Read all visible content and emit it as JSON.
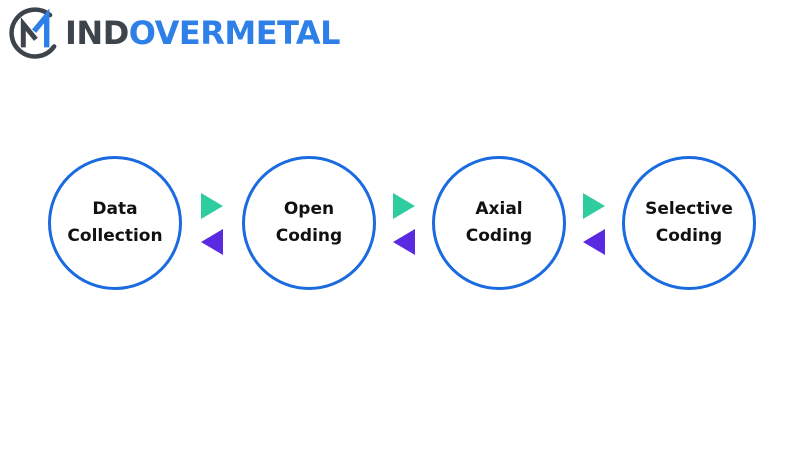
{
  "logo": {
    "brand": "MINDOVERMETAL",
    "prefix_dark": "IND",
    "suffix_blue": "OVERMETAL",
    "icon_letter": "M",
    "color_dark": "#3d444b",
    "color_blue": "#2e80e8"
  },
  "diagram": {
    "type": "process-flow",
    "circle_border_color": "#1a6ae0",
    "label_color": "#111111",
    "forward_arrow_color": "#2ecc9e",
    "backward_arrow_color": "#5a2ae0",
    "steps": [
      {
        "line1": "Data",
        "line2": "Collection"
      },
      {
        "line1": "Open",
        "line2": "Coding"
      },
      {
        "line1": "Axial",
        "line2": "Coding"
      },
      {
        "line1": "Selective",
        "line2": "Coding"
      }
    ]
  }
}
